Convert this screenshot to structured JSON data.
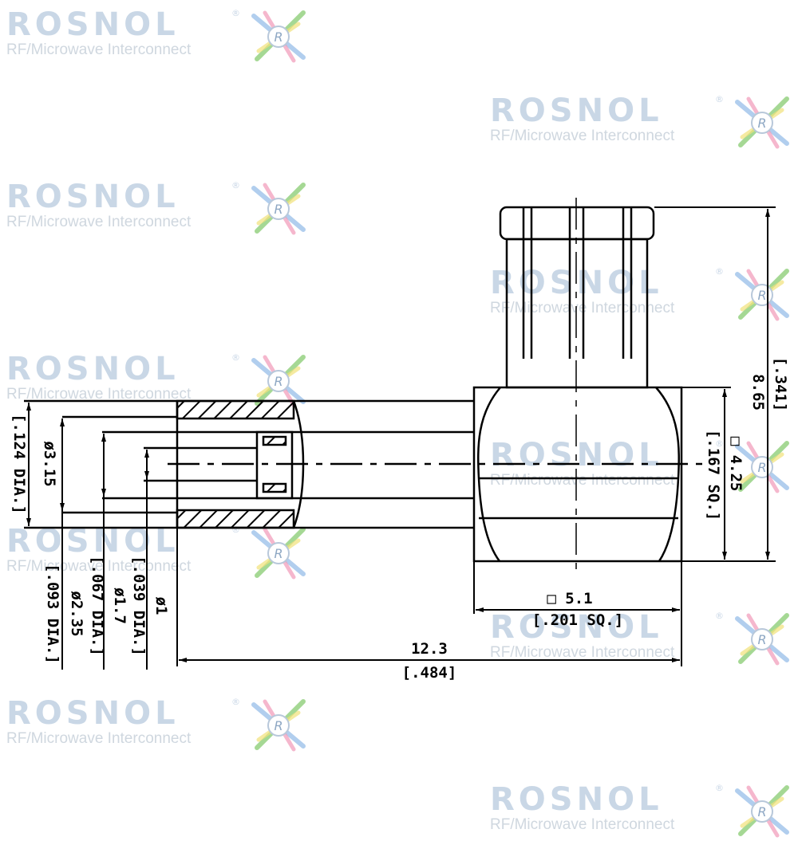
{
  "watermark": {
    "logo": "ROSNOL",
    "registered": "®",
    "tagline": "RF/Microwave Interconnect",
    "emblem_letter": "R",
    "colors": {
      "text": "#c9d7e6",
      "green": "#8fcf7a",
      "pink": "#f19ab8",
      "blue": "#9ec3ea",
      "yellow": "#f2e27a"
    }
  },
  "dimensions": {
    "diameter_315": "ø3.15",
    "diameter_315_inch": "[.124 DIA.]",
    "diameter_235": "ø2.35",
    "diameter_235_inch": "[.093 DIA.]",
    "diameter_17": "ø1.7",
    "diameter_17_inch": "[.067 DIA.]",
    "diameter_1": "ø1",
    "diameter_1_inch": "[.039 DIA.]",
    "height_865": "8.65",
    "height_865_inch": "[.341]",
    "square_425": "□ 4.25",
    "square_425_inch": "[.167 SQ.]",
    "square_51": "□ 5.1",
    "square_51_inch": "[.201 SQ.]",
    "length_123": "12.3",
    "length_123_inch": "[.484]"
  }
}
